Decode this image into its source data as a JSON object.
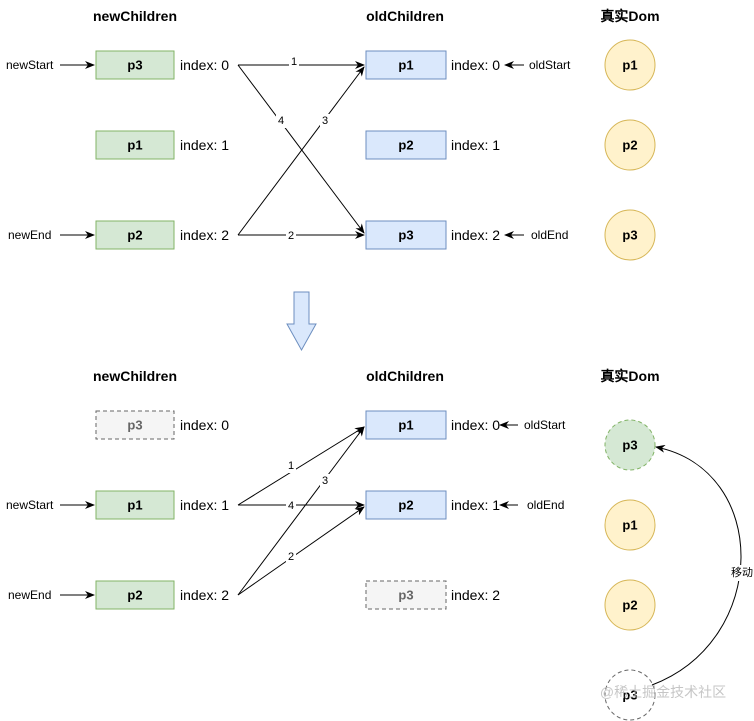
{
  "colors": {
    "green_fill": "#d5e8d4",
    "green_stroke": "#82b366",
    "blue_fill": "#dae8fc",
    "blue_stroke": "#6c8ebf",
    "grey_fill": "#f5f5f5",
    "grey_stroke": "#666666",
    "yellow_fill": "#fff2cc",
    "yellow_stroke": "#d6b656",
    "arrow_fill": "#dae8fc",
    "arrow_stroke": "#6c8ebf",
    "line": "#000000"
  },
  "top": {
    "headers": {
      "new": "newChildren",
      "old": "oldChildren",
      "dom": "真实Dom"
    },
    "new_nodes": [
      {
        "label": "p3",
        "index": "index: 0"
      },
      {
        "label": "p1",
        "index": "index: 1"
      },
      {
        "label": "p2",
        "index": "index: 2"
      }
    ],
    "old_nodes": [
      {
        "label": "p1",
        "index": "index: 0"
      },
      {
        "label": "p2",
        "index": "index: 1"
      },
      {
        "label": "p3",
        "index": "index: 2"
      }
    ],
    "dom_nodes": [
      "p1",
      "p2",
      "p3"
    ],
    "pointers": {
      "new_start": "newStart",
      "new_end": "newEnd",
      "old_start": "oldStart",
      "old_end": "oldEnd"
    },
    "edges": [
      {
        "from": 0,
        "to": 0,
        "label": "1"
      },
      {
        "from": 2,
        "to": 2,
        "label": "2"
      },
      {
        "from": 2,
        "to": 0,
        "label": "3"
      },
      {
        "from": 0,
        "to": 2,
        "label": "4"
      }
    ]
  },
  "bottom": {
    "headers": {
      "new": "newChildren",
      "old": "oldChildren",
      "dom": "真实Dom"
    },
    "new_nodes": [
      {
        "label": "p3",
        "index": "index: 0",
        "state": "removed"
      },
      {
        "label": "p1",
        "index": "index: 1",
        "state": "normal"
      },
      {
        "label": "p2",
        "index": "index: 2",
        "state": "normal"
      }
    ],
    "old_nodes": [
      {
        "label": "p1",
        "index": "index: 0",
        "state": "normal"
      },
      {
        "label": "p2",
        "index": "index: 1",
        "state": "normal"
      },
      {
        "label": "p3",
        "index": "index: 2",
        "state": "removed"
      }
    ],
    "dom_nodes": [
      {
        "label": "p3",
        "state": "moved"
      },
      {
        "label": "p1",
        "state": "normal"
      },
      {
        "label": "p2",
        "state": "normal"
      },
      {
        "label": "p3",
        "state": "ghost"
      }
    ],
    "pointers": {
      "new_start": "newStart",
      "new_end": "newEnd",
      "old_start": "oldStart",
      "old_end": "oldEnd"
    },
    "edges": [
      {
        "from": 1,
        "to": 0,
        "label": "1"
      },
      {
        "from": 2,
        "to": 1,
        "label": "2"
      },
      {
        "from": 2,
        "to": 0,
        "label": "3"
      },
      {
        "from": 1,
        "to": 1,
        "label": "4"
      }
    ],
    "move_label": "移动"
  },
  "watermark": "@稀土掘金技术社区"
}
